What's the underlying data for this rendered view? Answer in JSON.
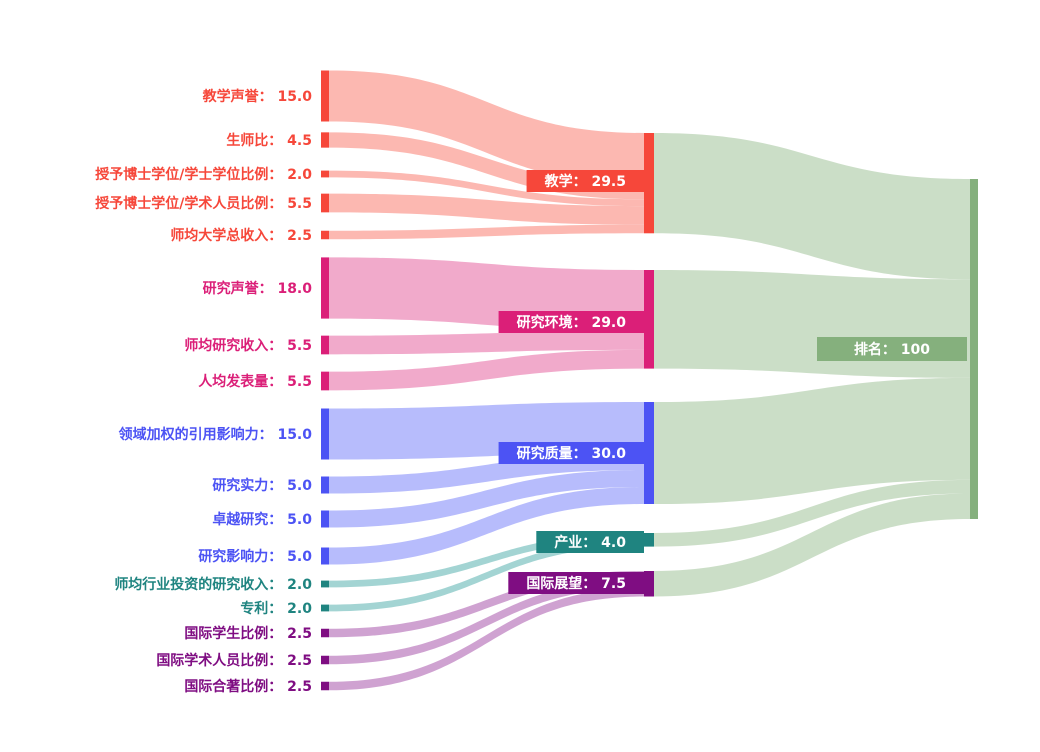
{
  "chart_data": {
    "type": "sankey",
    "value_separator": "：",
    "sources": [
      {
        "label": "教学声誉",
        "value": "15.0",
        "target": 0
      },
      {
        "label": "生师比",
        "value": "4.5",
        "target": 0
      },
      {
        "label": "授予博士学位/学士学位比例",
        "value": "2.0",
        "target": 0
      },
      {
        "label": "授予博士学位/学术人员比例",
        "value": "5.5",
        "target": 0
      },
      {
        "label": "师均大学总收入",
        "value": "2.5",
        "target": 0
      },
      {
        "label": "研究声誉",
        "value": "18.0",
        "target": 1
      },
      {
        "label": "师均研究收入",
        "value": "5.5",
        "target": 1
      },
      {
        "label": "人均发表量",
        "value": "5.5",
        "target": 1
      },
      {
        "label": "领域加权的引用影响力",
        "value": "15.0",
        "target": 2
      },
      {
        "label": "研究实力",
        "value": "5.0",
        "target": 2
      },
      {
        "label": "卓越研究",
        "value": "5.0",
        "target": 2
      },
      {
        "label": "研究影响力",
        "value": "5.0",
        "target": 2
      },
      {
        "label": "师均行业投资的研究收入",
        "value": "2.0",
        "target": 3
      },
      {
        "label": "专利",
        "value": "2.0",
        "target": 3
      },
      {
        "label": "国际学生比例",
        "value": "2.5",
        "target": 4
      },
      {
        "label": "国际学术人员比例",
        "value": "2.5",
        "target": 4
      },
      {
        "label": "国际合著比例",
        "value": "2.5",
        "target": 4
      }
    ],
    "pillars": [
      {
        "label": "教学",
        "value": "29.5",
        "color": "#f6473a",
        "link_color": "#fbaba3"
      },
      {
        "label": "研究环境",
        "value": "29.0",
        "color": "#db1f78",
        "link_color": "#ef9bc2"
      },
      {
        "label": "研究质量",
        "value": "30.0",
        "color": "#4c53f4",
        "link_color": "#aab0fb"
      },
      {
        "label": "产业",
        "value": "4.0",
        "color": "#1f8480",
        "link_color": "#93cccb"
      },
      {
        "label": "国际展望",
        "value": "7.5",
        "color": "#7f0d82",
        "link_color": "#c792c9"
      }
    ],
    "total": {
      "label": "排名",
      "value": "100",
      "color": "#85b07d",
      "link_color": "#c8dcc4"
    }
  }
}
